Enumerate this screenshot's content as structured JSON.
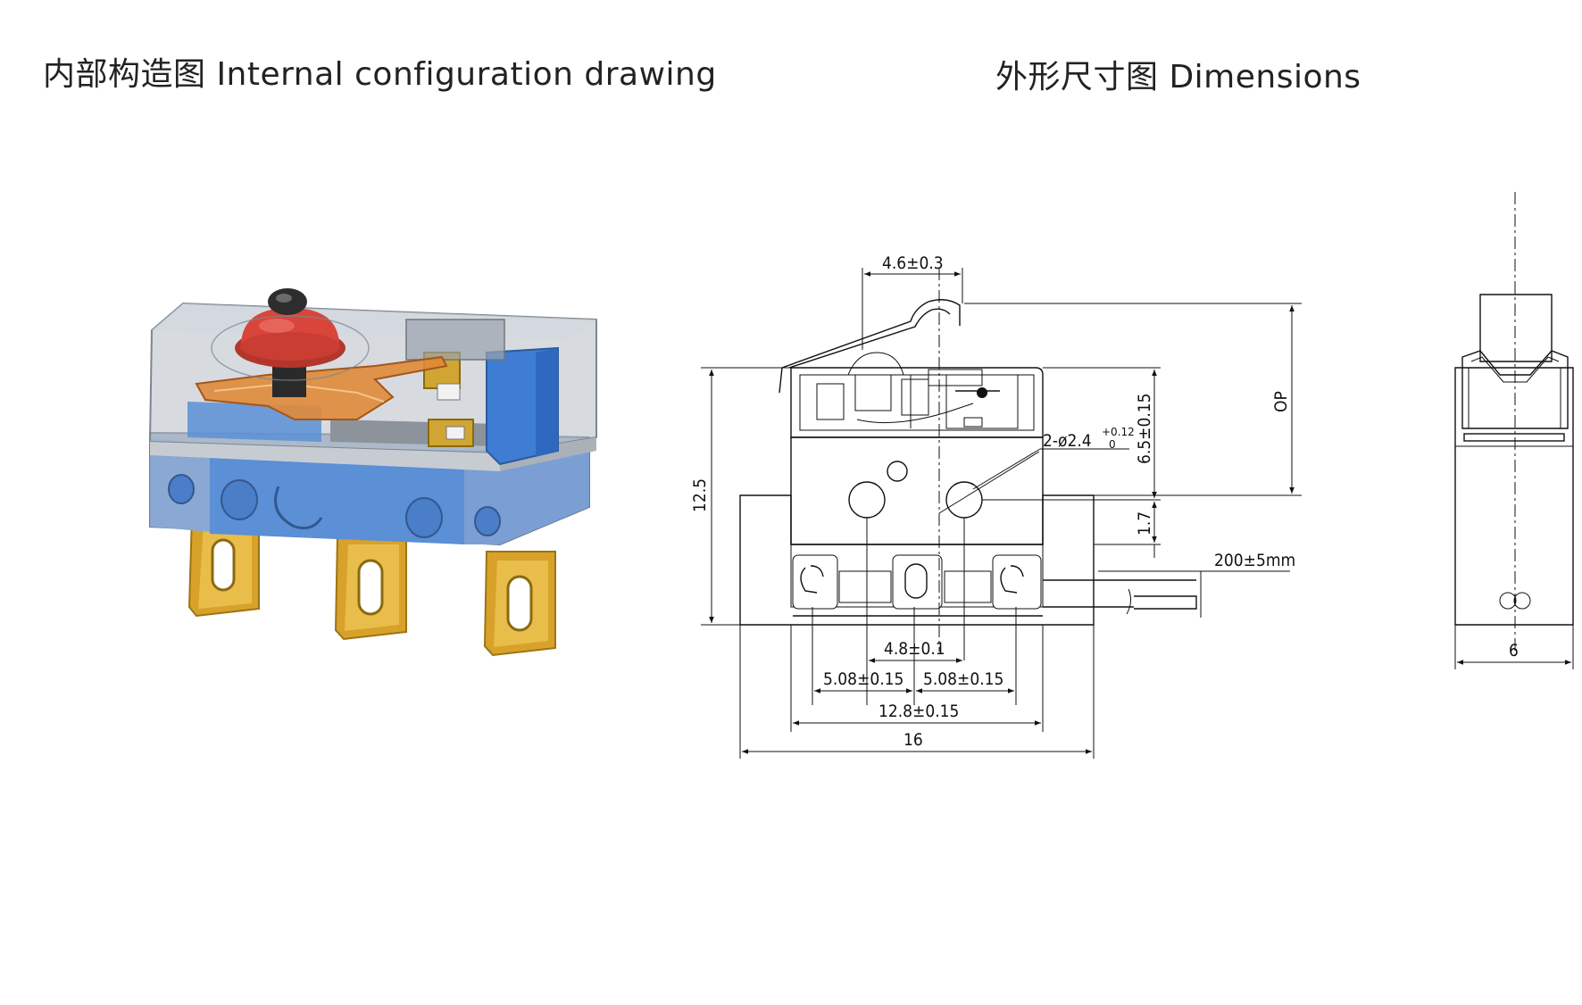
{
  "headings": {
    "internal": "内部构造图 Internal configuration drawing",
    "dimensions": "外形尺寸图 Dimensions"
  },
  "dimensions": {
    "actuator_offset": "4.6±0.3",
    "height_total": "12.5",
    "hole_height": "6.5±0.15",
    "base_height": "1.7",
    "operating_position": "OP",
    "mount_hole": "2-ø2.4",
    "mount_hole_tol_plus": "+0.12",
    "mount_hole_tol_minus": "0",
    "cable_length": "200±5mm",
    "hole_spacing": "4.8±0.1",
    "pin_pitch_left": "5.08±0.15",
    "pin_pitch_right": "5.08±0.15",
    "pin_span": "12.8±0.15",
    "overall_width": "16",
    "side_width": "6"
  },
  "colors": {
    "housing_blue": "#5b8fd6",
    "lever_orange": "#e08a3a",
    "button_red": "#d9453a",
    "terminal_gold": "#d8a22a",
    "cover_grey": "#9aa3ad"
  }
}
